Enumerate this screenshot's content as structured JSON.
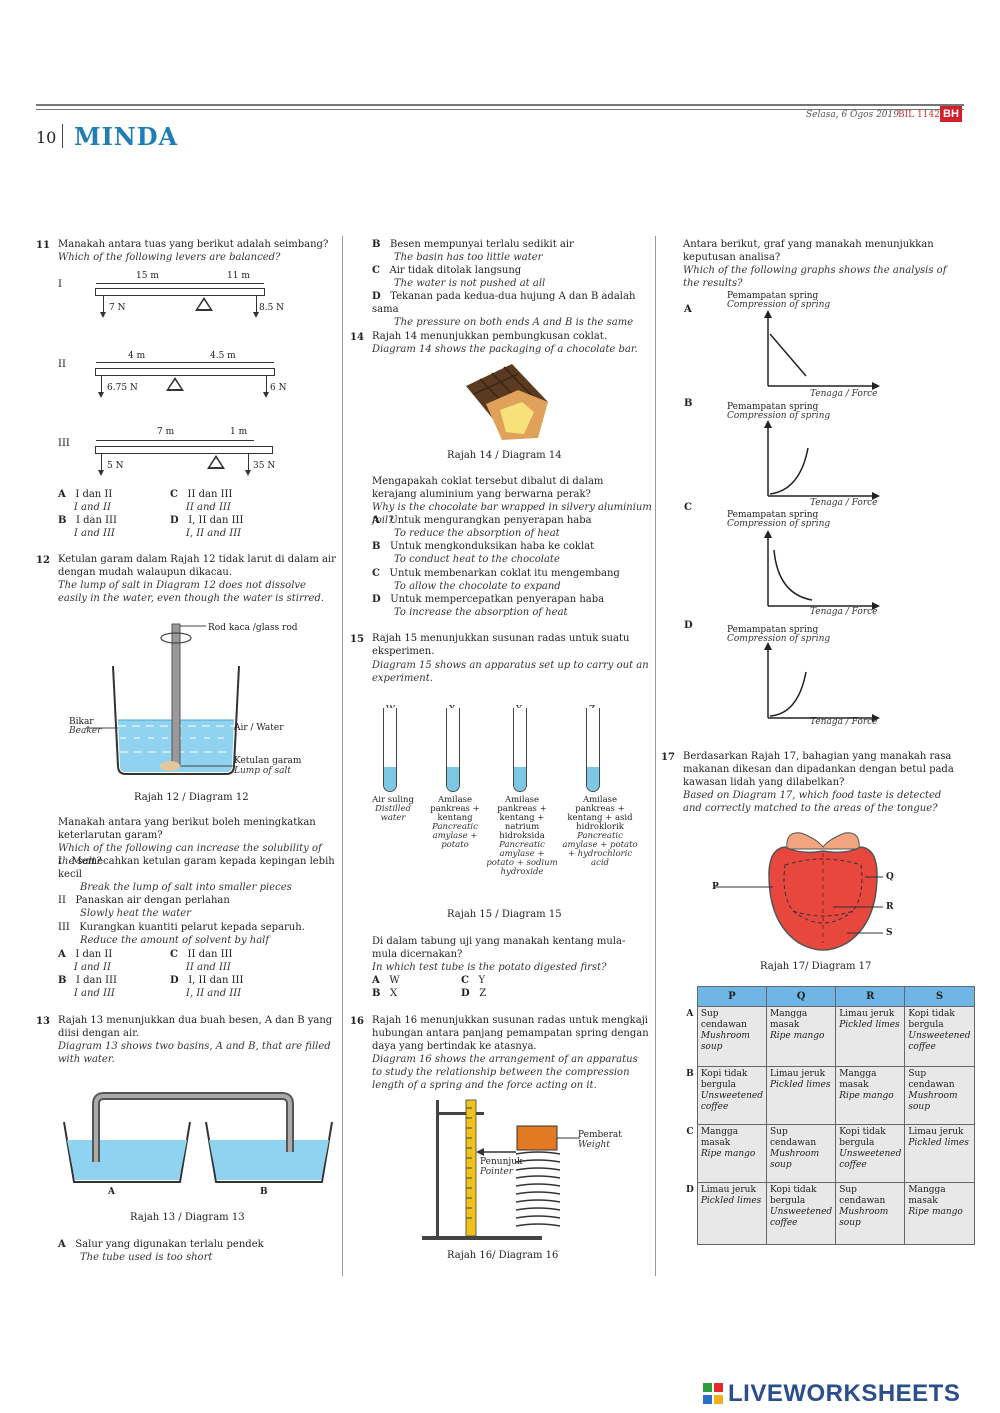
{
  "header": {
    "page_number": "10",
    "section": "MINDA",
    "date": "Selasa, 6 Ogos 2019",
    "issue": "BIL 1142",
    "logo": "BH"
  },
  "q11": {
    "num": "11",
    "text_ms": "Manakah antara tuas yang berikut adalah seimbang?",
    "text_en": "Which of the following levers are balanced?",
    "levers": [
      {
        "roman": "I",
        "d1": "15 m",
        "d2": "11 m",
        "f1": "7 N",
        "f2": "8.5 N"
      },
      {
        "roman": "II",
        "d1": "4 m",
        "d2": "4.5 m",
        "f1": "6.75 N",
        "f2": "6 N"
      },
      {
        "roman": "III",
        "d1": "7 m",
        "d2": "1 m",
        "f1": "5 N",
        "f2": "35 N"
      }
    ],
    "options": [
      {
        "key": "A",
        "ms": "I dan II",
        "en": "I and II"
      },
      {
        "key": "B",
        "ms": "I dan III",
        "en": "I and III"
      },
      {
        "key": "C",
        "ms": "II dan III",
        "en": "II and III"
      },
      {
        "key": "D",
        "ms": "I, II dan III",
        "en": "I, II and III"
      }
    ]
  },
  "q12": {
    "num": "12",
    "text_ms": "Ketulan garam dalam Rajah 12 tidak larut di dalam air dengan mudah walaupun dikacau.",
    "text_en": "The lump of salt in Diagram 12 does not dissolve easily in the water, even though the water is stirred.",
    "labels": {
      "rod": "Rod kaca /glass rod",
      "beaker_ms": "Bikar",
      "beaker_en": "Beaker",
      "water": "Air / Water",
      "salt_ms": "Ketulan garam",
      "salt_en": "Lump of salt"
    },
    "caption": "Rajah 12 / Diagram 12",
    "q2_ms": "Manakah antara yang berikut boleh meningkatkan keterlarutan garam?",
    "q2_en": "Which of the following can increase the solubility of the salt?",
    "statements": [
      {
        "roman": "I",
        "ms": "Memecahkan ketulan garam kepada kepingan lebih kecil",
        "en": "Break the lump of salt into smaller pieces"
      },
      {
        "roman": "II",
        "ms": "Panaskan air dengan perlahan",
        "en": "Slowly heat the water"
      },
      {
        "roman": "III",
        "ms": "Kurangkan kuantiti pelarut kepada separuh.",
        "en": "Reduce the amount of solvent by half"
      }
    ],
    "options": [
      {
        "key": "A",
        "ms": "I dan II",
        "en": "I and II"
      },
      {
        "key": "B",
        "ms": "I dan III",
        "en": "I and III"
      },
      {
        "key": "C",
        "ms": "II dan III",
        "en": "II and III"
      },
      {
        "key": "D",
        "ms": "I, II dan III",
        "en": "I, II and III"
      }
    ]
  },
  "q13": {
    "num": "13",
    "text_ms": "Rajah 13 menunjukkan dua buah besen, A dan B yang diisi dengan air.",
    "text_en": "Diagram 13 shows two basins, A and B, that are filled with water.",
    "label_a": "A",
    "label_b": "B",
    "caption": "Rajah 13 / Diagram 13",
    "options": [
      {
        "key": "A",
        "ms": "Salur yang digunakan terlalu pendek",
        "en": "The tube used is too short"
      },
      {
        "key": "B",
        "ms": "Besen mempunyai terlalu sedikit air",
        "en": "The basin has too little water"
      },
      {
        "key": "C",
        "ms": "Air tidak ditolak langsung",
        "en": "The water is not pushed at all"
      },
      {
        "key": "D",
        "ms": "Tekanan pada kedua-dua hujung A dan B adalah sama",
        "en": "The pressure on both ends A and B is the same"
      }
    ]
  },
  "q14": {
    "num": "14",
    "text_ms": "Rajah 14 menunjukkan pembungkusan coklat.",
    "text_en": "Diagram 14 shows the packaging of a chocolate bar.",
    "caption": "Rajah 14 / Diagram 14",
    "q2_ms": "Mengapakah coklat tersebut dibalut di dalam kerajang aluminium yang berwarna perak?",
    "q2_en": "Why is the chocolate bar wrapped in silvery aluminium foil?",
    "options": [
      {
        "key": "A",
        "ms": "Untuk mengurangkan penyerapan haba",
        "en": "To reduce the absorption of heat"
      },
      {
        "key": "B",
        "ms": "Untuk mengkonduksikan haba ke coklat",
        "en": "To conduct heat to the chocolate"
      },
      {
        "key": "C",
        "ms": "Untuk membenarkan coklat itu mengembang",
        "en": "To allow the chocolate to expand"
      },
      {
        "key": "D",
        "ms": "Untuk mempercepatkan penyerapan haba",
        "en": "To increase the absorption of heat"
      }
    ]
  },
  "q15": {
    "num": "15",
    "text_ms": "Rajah 15 menunjukkan susunan radas untuk suatu eksperimen.",
    "text_en": "Diagram 15 shows an apparatus set up to carry out an experiment.",
    "tubes": [
      {
        "label": "W",
        "ms": "Air suling",
        "en": "Distilled water"
      },
      {
        "label": "X",
        "ms": "Amilase pankreas + kentang",
        "en": "Pancreatic amylase + potato"
      },
      {
        "label": "Y",
        "ms": "Amilase pankreas + kentang + natrium hidroksida",
        "en": "Pancreatic amylase + potato + sodium hydroxide"
      },
      {
        "label": "Z",
        "ms": "Amilase pankreas + kentang + asid hidroklorik",
        "en": "Pancreatic amylase + potato + hydrochloric acid"
      }
    ],
    "caption": "Rajah 15 / Diagram 15",
    "q2_ms": "Di dalam tabung uji yang manakah kentang mula-mula dicernakan?",
    "q2_en": "In which test tube is the potato digested first?",
    "options": [
      {
        "key": "A",
        "val": "W"
      },
      {
        "key": "B",
        "val": "X"
      },
      {
        "key": "C",
        "val": "Y"
      },
      {
        "key": "D",
        "val": "Z"
      }
    ]
  },
  "q16": {
    "num": "16",
    "text_ms": "Rajah 16 menunjukkan susunan radas untuk mengkaji hubungan antara panjang pemampatan spring dengan daya yang bertindak ke atasnya.",
    "text_en": "Diagram 16 shows the arrangement of an apparatus to study the relationship between the compression length of a spring and the force acting on it.",
    "weight_ms": "Pemberat",
    "weight_en": "Weight",
    "pointer_ms": "Penunjuk",
    "pointer_en": "Pointer",
    "caption": "Rajah 16/ Diagram 16",
    "q2_ms": "Antara berikut, graf yang manakah menunjukkan keputusan analisa?",
    "q2_en": "Which of the following graphs shows the analysis of the results?",
    "graph_y_ms": "Pemampatan spring",
    "graph_y_en": "Compression of spring",
    "graph_x": "Tenaga / Force",
    "graphs": [
      "A",
      "B",
      "C",
      "D"
    ]
  },
  "q17": {
    "num": "17",
    "text_ms": "Berdasarkan Rajah 17, bahagian yang manakah rasa makanan dikesan dan dipadankan dengan betul pada kawasan lidah yang dilabelkan?",
    "text_en": "Based on Diagram 17, which food taste is detected and correctly matched to the areas of the tongue?",
    "tongue_labels": [
      "P",
      "Q",
      "R",
      "S"
    ],
    "caption": "Rajah 17/ Diagram 17",
    "table_headers": [
      "P",
      "Q",
      "R",
      "S"
    ],
    "rows": [
      {
        "key": "A",
        "cells": [
          [
            "Sup cendawan",
            "Mushroom soup"
          ],
          [
            "Mangga masak",
            "Ripe mango"
          ],
          [
            "Limau jeruk",
            "Pickled limes"
          ],
          [
            "Kopi tidak bergula",
            "Unsweetened coffee"
          ]
        ]
      },
      {
        "key": "B",
        "cells": [
          [
            "Kopi tidak bergula",
            "Unsweetened coffee"
          ],
          [
            "Limau jeruk",
            "Pickled limes"
          ],
          [
            "Mangga masak",
            "Ripe mango"
          ],
          [
            "Sup cendawan",
            "Mushroom soup"
          ]
        ]
      },
      {
        "key": "C",
        "cells": [
          [
            "Mangga masak",
            "Ripe mango"
          ],
          [
            "Sup cendawan",
            "Mushroom soup"
          ],
          [
            "Kopi tidak bergula",
            "Unsweetened coffee"
          ],
          [
            "Limau jeruk",
            "Pickled limes"
          ]
        ]
      },
      {
        "key": "D",
        "cells": [
          [
            "Limau jeruk",
            "Pickled limes"
          ],
          [
            "Kopi tidak bergula",
            "Unsweetened coffee"
          ],
          [
            "Sup cendawan",
            "Mushroom soup"
          ],
          [
            "Mangga masak",
            "Ripe mango"
          ]
        ]
      }
    ]
  },
  "footer": {
    "watermark": "LIVEWORKSHEETS"
  }
}
